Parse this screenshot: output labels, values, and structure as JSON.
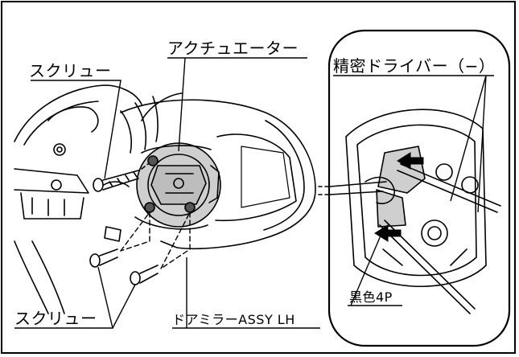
{
  "labels": {
    "screw_top": "スクリュー",
    "actuator": "アクチュエーター",
    "screwdriver": "精密ドライバー（−）",
    "screw_bottom": "スクリュー",
    "mirror_assy": "ドアミラーASSY LH",
    "connector": "黒色4P"
  },
  "colors": {
    "line": "#000000",
    "fill_gray": "#cfcfcf",
    "fill_dark": "#555555",
    "background": "#ffffff"
  }
}
